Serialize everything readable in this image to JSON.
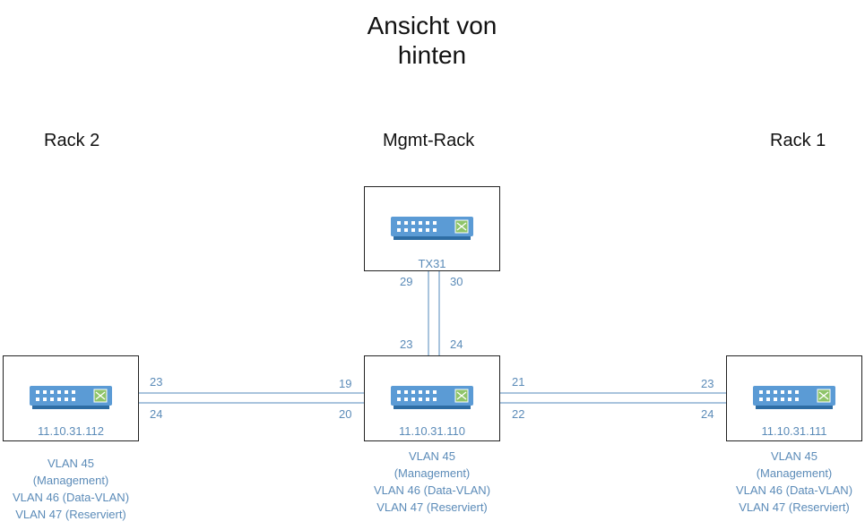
{
  "title": {
    "line1": "Ansicht von",
    "line2": "hinten"
  },
  "racks": {
    "rack2": "Rack 2",
    "mgmt": "Mgmt-Rack",
    "rack1": "Rack 1"
  },
  "switches": {
    "tx31": {
      "label": "TX31"
    },
    "mgmt": {
      "label": "11.10.31.110"
    },
    "rack2": {
      "label": "11.10.31.112"
    },
    "rack1": {
      "label": "11.10.31.111"
    }
  },
  "ports": {
    "tx31_a": "29",
    "tx31_b": "30",
    "mgmt_up_a": "23",
    "mgmt_up_b": "24",
    "mgmt_left_a": "19",
    "mgmt_left_b": "20",
    "mgmt_right_a": "21",
    "mgmt_right_b": "22",
    "rack2_a": "23",
    "rack2_b": "24",
    "rack1_a": "23",
    "rack1_b": "24"
  },
  "vlans": {
    "line1": "VLAN 45",
    "line2": "(Management)",
    "line3": "VLAN 46 (Data-VLAN)",
    "line4": "VLAN 47 (Reserviert)"
  },
  "colors": {
    "link": "#a9c4dd",
    "switch_fill": "#5b9bd5",
    "switch_dark": "#2e6da4",
    "text_accent": "#5b8bb8"
  }
}
